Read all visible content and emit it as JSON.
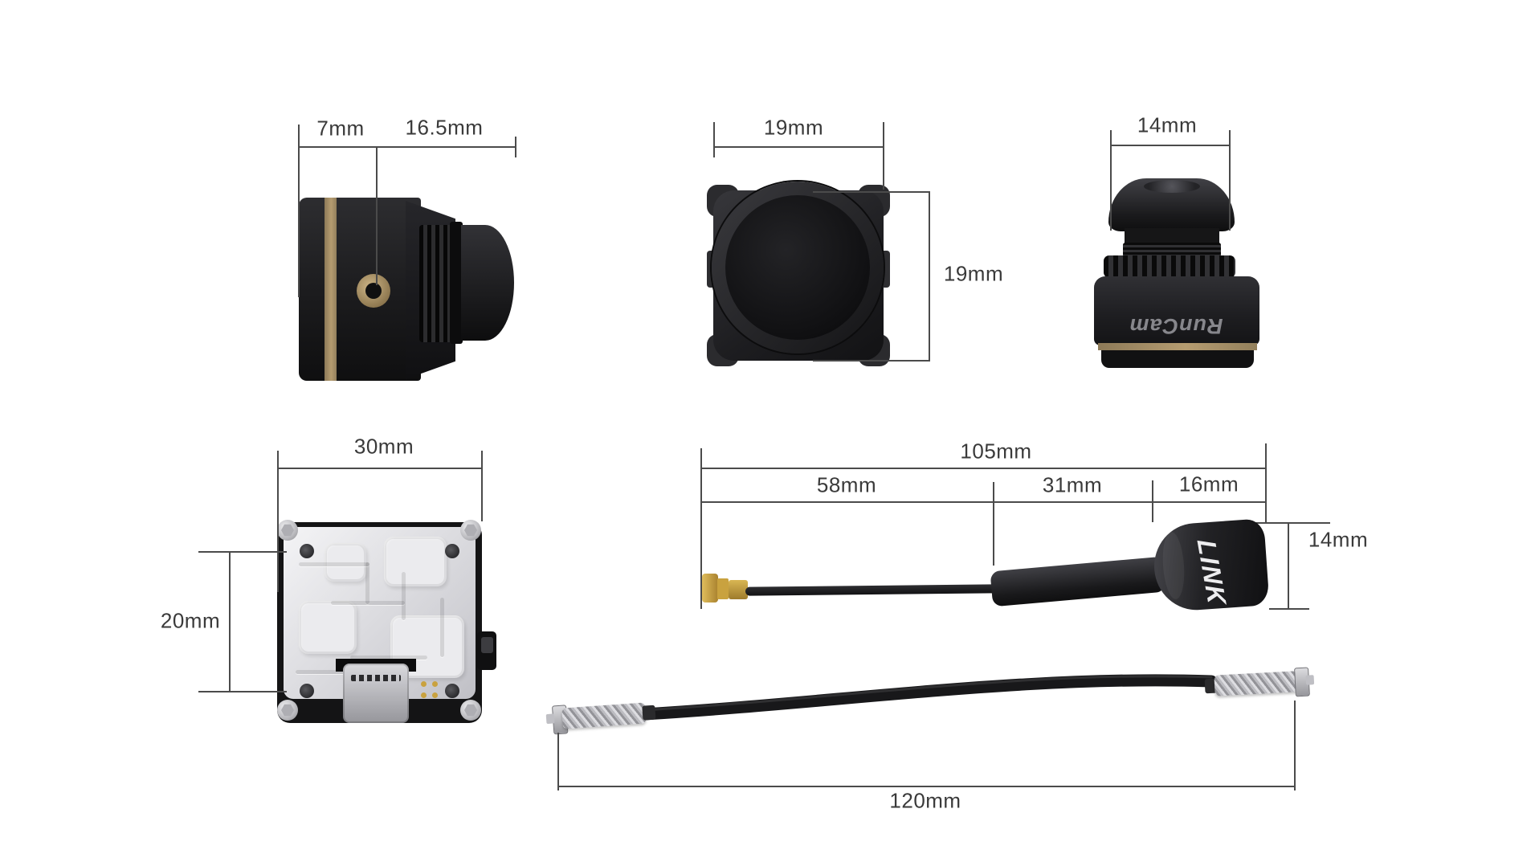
{
  "diagram": {
    "camera_side": {
      "dim_back": "7mm",
      "dim_front": "16.5mm"
    },
    "camera_front": {
      "dim_width": "19mm",
      "dim_height": "19mm"
    },
    "camera_top": {
      "dim_lens": "14mm",
      "brand": "RunCam"
    },
    "vtx_board": {
      "dim_width": "30mm",
      "dim_height": "20mm"
    },
    "antenna": {
      "dim_total": "105mm",
      "dim_pigtail": "58mm",
      "dim_tube": "31mm",
      "dim_head": "16mm",
      "dim_head_diameter": "14mm",
      "brand": "LINK"
    },
    "cable": {
      "dim_length": "120mm"
    },
    "colors": {
      "background": "#ffffff",
      "dimension_line": "#4b4b4b",
      "dimension_text": "#3a3a3a",
      "gold_accent": "#a08a63",
      "body_dark": "#1b1b1d",
      "heatsink_silver": "#e4e4e7",
      "connector_gold": "#c9a23f"
    }
  }
}
